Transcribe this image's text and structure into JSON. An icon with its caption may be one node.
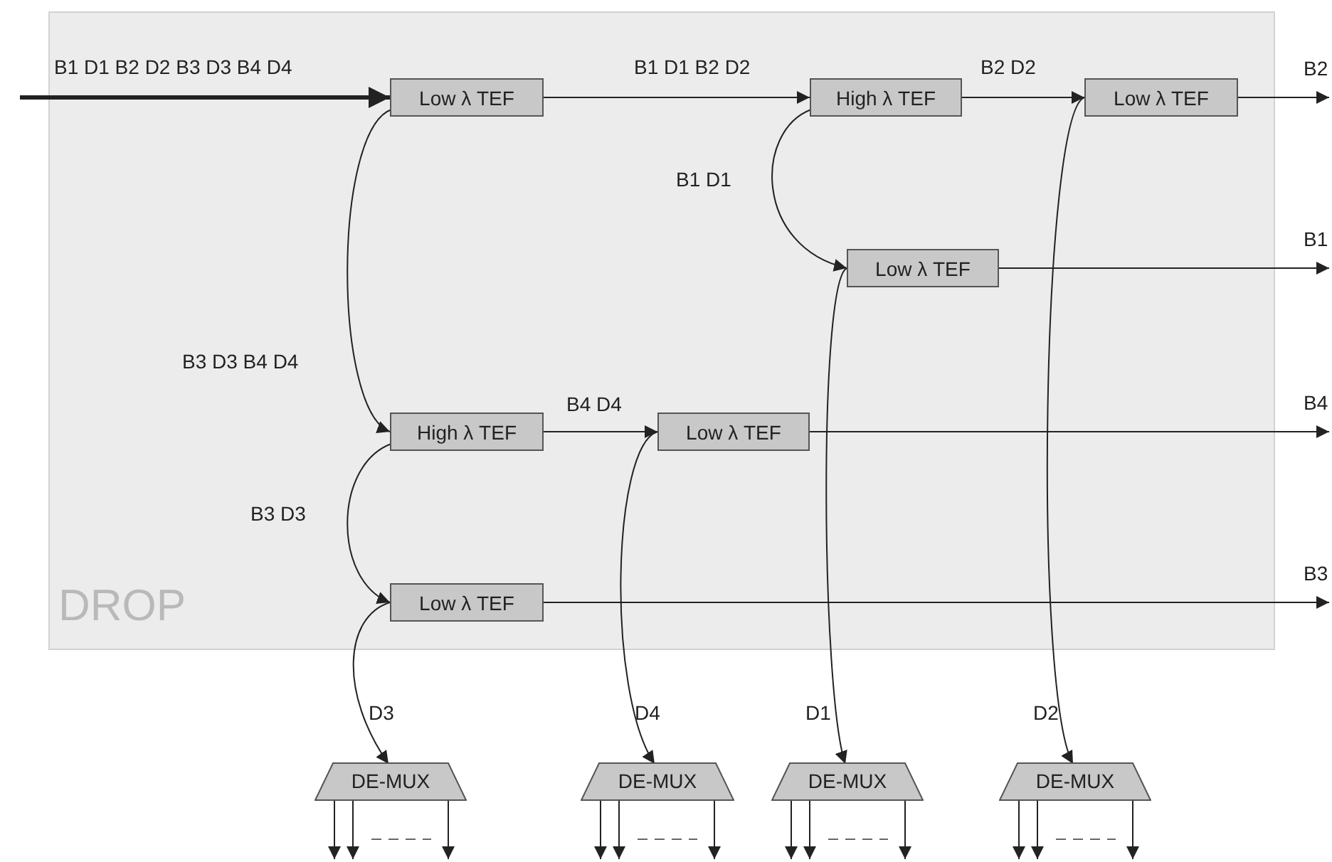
{
  "diagram": {
    "nodes": [
      {
        "text": [
          "DROP"
        ]
      },
      {
        "text": [
          "Low λ TEF"
        ],
        "in": 0
      },
      {
        "text": [
          "High λ TEF"
        ],
        "in": 0
      },
      {
        "text": [
          "Low λ TEF"
        ],
        "in": 0
      },
      {
        "text": [
          "Low λ TEF"
        ],
        "in": 0
      },
      {
        "text": [
          "High λ TEF"
        ],
        "in": 0
      },
      {
        "text": [
          "Low λ TEF"
        ],
        "in": 0
      },
      {
        "text": [
          "Low λ TEF"
        ],
        "in": 0
      },
      {
        "text": [
          "DE-MUX"
        ]
      },
      {
        "text": [
          "DE-MUX"
        ]
      },
      {
        "text": [
          "DE-MUX"
        ]
      },
      {
        "text": [
          "DE-MUX"
        ]
      }
    ],
    "edges": [
      {
        "from": null,
        "to": 1,
        "arrow": "to",
        "label": "B1 D1 B2 D2 B3 D3 B4 D4",
        "style": "thick"
      },
      {
        "from": 1,
        "to": 2,
        "arrow": "to",
        "label": "B1 D1 B2 D2"
      },
      {
        "from": 2,
        "to": 3,
        "arrow": "to",
        "label": "B2 D2"
      },
      {
        "from": 3,
        "to": null,
        "arrow": "to",
        "label": "B2"
      },
      {
        "from": 2,
        "to": 4,
        "arrow": "to",
        "label": "B1 D1"
      },
      {
        "from": 4,
        "to": null,
        "arrow": "to",
        "label": "B1"
      },
      {
        "from": 1,
        "to": 5,
        "arrow": "to",
        "label": "B3 D3 B4 D4"
      },
      {
        "from": 5,
        "to": 6,
        "arrow": "to",
        "label": "B4 D4"
      },
      {
        "from": 6,
        "to": null,
        "arrow": "to",
        "label": "B4"
      },
      {
        "from": 5,
        "to": 7,
        "arrow": "to",
        "label": "B3 D3"
      },
      {
        "from": 7,
        "to": null,
        "arrow": "to",
        "label": "B3"
      },
      {
        "from": 7,
        "to": 8,
        "arrow": "to",
        "label": "D3"
      },
      {
        "from": 6,
        "to": 9,
        "arrow": "to",
        "label": "D4"
      },
      {
        "from": 4,
        "to": 10,
        "arrow": "to",
        "label": "D1"
      },
      {
        "from": 3,
        "to": 11,
        "arrow": "to",
        "label": "D2"
      },
      {
        "from": 8,
        "to": null,
        "arrow": "to"
      },
      {
        "from": 8,
        "to": null,
        "arrow": "to"
      },
      {
        "from": 8,
        "to": null,
        "arrow": "to"
      },
      {
        "from": 9,
        "to": null,
        "arrow": "to"
      },
      {
        "from": 9,
        "to": null,
        "arrow": "to"
      },
      {
        "from": 9,
        "to": null,
        "arrow": "to"
      },
      {
        "from": 10,
        "to": null,
        "arrow": "to"
      },
      {
        "from": 10,
        "to": null,
        "arrow": "to"
      },
      {
        "from": 10,
        "to": null,
        "arrow": "to"
      },
      {
        "from": 11,
        "to": null,
        "arrow": "to"
      },
      {
        "from": 11,
        "to": null,
        "arrow": "to"
      },
      {
        "from": 11,
        "to": null,
        "arrow": "to"
      }
    ]
  }
}
